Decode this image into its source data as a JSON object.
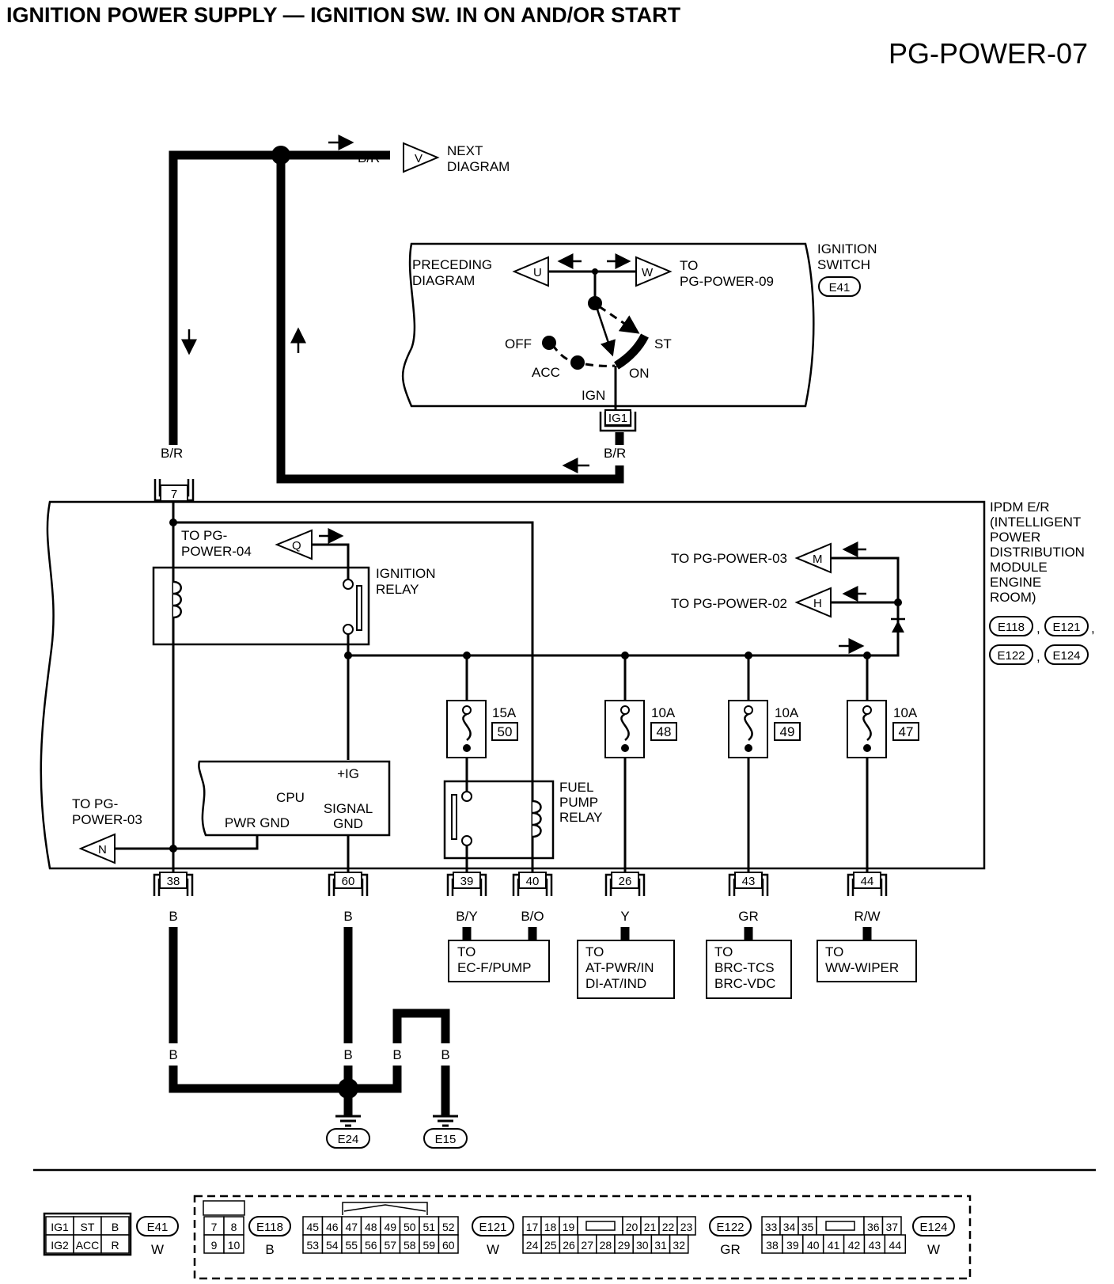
{
  "title": "IGNITION POWER SUPPLY — IGNITION SW. IN ON AND/OR START",
  "page_code": "PG-POWER-07",
  "ignition_switch": {
    "label_line1": "IGNITION",
    "label_line2": "SWITCH",
    "connector": "E41",
    "preceding_line1": "PRECEDING",
    "preceding_line2": "DIAGRAM",
    "preceding_marker": "U",
    "to_marker": "W",
    "to_line1": "TO",
    "to_line2": "PG-POWER-09",
    "positions": {
      "off": "OFF",
      "acc": "ACC",
      "on": "ON",
      "st": "ST",
      "ign": "IGN"
    },
    "terminal": "IG1"
  },
  "next": {
    "marker": "V",
    "line1": "NEXT",
    "line2": "DIAGRAM"
  },
  "wire_colors": {
    "feed_top": "B/R",
    "left_drop": "B/R",
    "switch_out": "B/R",
    "gnd38": "B",
    "gnd60": "B",
    "t39": "B/Y",
    "t40": "B/O",
    "t26": "Y",
    "t43": "GR",
    "t44": "R/W",
    "gnd38_low": "B",
    "gnd60_low": "B",
    "gnd_b1": "B",
    "gnd_b2": "B"
  },
  "ipdm": {
    "line1": "IPDM E/R",
    "line2": "(INTELLIGENT",
    "line3": "POWER",
    "line4": "DISTRIBUTION",
    "line5": "MODULE",
    "line6": "ENGINE",
    "line7": "ROOM)",
    "conn1": "E118",
    "conn2": "E121",
    "conn3": "E122",
    "conn4": "E124",
    "sep1": ",",
    "sep2": ",",
    "sep3": ","
  },
  "ignition_relay": {
    "line1": "IGNITION",
    "line2": "RELAY"
  },
  "fuel_pump_relay": {
    "line1": "FUEL",
    "line2": "PUMP",
    "line3": "RELAY"
  },
  "cpu": {
    "label": "CPU",
    "plus_ig": "+IG",
    "pwr_gnd": "PWR GND",
    "signal": "SIGNAL",
    "gnd": "GND"
  },
  "offpage": {
    "q_line1": "TO PG-",
    "q_line2": "POWER-04",
    "q_marker": "Q",
    "m_label": "TO PG-POWER-03",
    "m_marker": "M",
    "h_label": "TO PG-POWER-02",
    "h_marker": "H",
    "n_line1": "TO PG-",
    "n_line2": "POWER-03",
    "n_marker": "N"
  },
  "fuses": [
    {
      "amp": "15A",
      "num": "50"
    },
    {
      "amp": "10A",
      "num": "48"
    },
    {
      "amp": "10A",
      "num": "49"
    },
    {
      "amp": "10A",
      "num": "47"
    }
  ],
  "terminals": {
    "t7": "7",
    "t38": "38",
    "t60": "60",
    "t39": "39",
    "t40": "40",
    "t26": "26",
    "t43": "43",
    "t44": "44"
  },
  "destinations": {
    "pump": {
      "line1": "TO",
      "line2": "EC-F/PUMP"
    },
    "at": {
      "line1": "TO",
      "line2": "AT-PWR/IN",
      "line3": "DI-AT/IND"
    },
    "brc": {
      "line1": "TO",
      "line2": "BRC-TCS",
      "line3": "BRC-VDC"
    },
    "ww": {
      "line1": "TO",
      "line2": "WW-WIPER"
    }
  },
  "grounds": {
    "g1": "E24",
    "g2": "E15"
  },
  "connector_legend": {
    "e41": {
      "name": "E41",
      "color": "W",
      "row1": [
        "IG1",
        "ST",
        "B"
      ],
      "row2": [
        "IG2",
        "ACC",
        "R"
      ]
    },
    "e118": {
      "name": "E118",
      "color": "B",
      "row1": [
        "7",
        "8"
      ],
      "row2": [
        "9",
        "10"
      ]
    },
    "e121": {
      "name": "E121",
      "color": "W",
      "row1": [
        "45",
        "46",
        "47",
        "48",
        "49",
        "50",
        "51",
        "52"
      ],
      "row2": [
        "53",
        "54",
        "55",
        "56",
        "57",
        "58",
        "59",
        "60"
      ]
    },
    "e122": {
      "name": "E122",
      "color": "GR",
      "row1a": [
        "17",
        "18",
        "19"
      ],
      "row1b": [
        "20",
        "21",
        "22",
        "23"
      ],
      "row2": [
        "24",
        "25",
        "26",
        "27",
        "28",
        "29",
        "30",
        "31",
        "32"
      ]
    },
    "e124": {
      "name": "E124",
      "color": "W",
      "row1a": [
        "33",
        "34",
        "35"
      ],
      "row1b": [
        "36",
        "37"
      ],
      "row2": [
        "38",
        "39",
        "40",
        "41",
        "42",
        "43",
        "44"
      ]
    }
  }
}
